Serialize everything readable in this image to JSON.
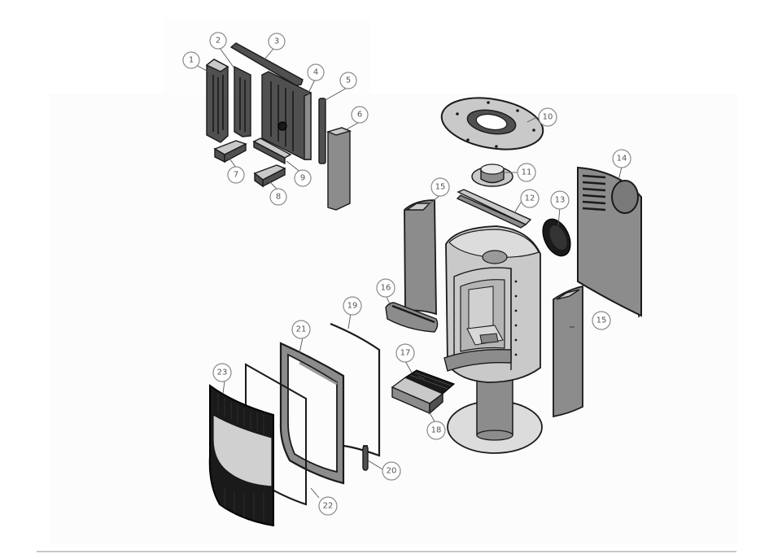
{
  "diagram": {
    "type": "exploded-parts-view",
    "subject": "freestanding wood stove",
    "callouts": [
      {
        "id": "1",
        "label": "1"
      },
      {
        "id": "2",
        "label": "2"
      },
      {
        "id": "3",
        "label": "3"
      },
      {
        "id": "4",
        "label": "4"
      },
      {
        "id": "5",
        "label": "5"
      },
      {
        "id": "6",
        "label": "6"
      },
      {
        "id": "7",
        "label": "7"
      },
      {
        "id": "8",
        "label": "8"
      },
      {
        "id": "9",
        "label": "9"
      },
      {
        "id": "10",
        "label": "10"
      },
      {
        "id": "11",
        "label": "11"
      },
      {
        "id": "12",
        "label": "12"
      },
      {
        "id": "13",
        "label": "13"
      },
      {
        "id": "14",
        "label": "14"
      },
      {
        "id": "15a",
        "label": "15"
      },
      {
        "id": "15b",
        "label": "15"
      },
      {
        "id": "16",
        "label": "16"
      },
      {
        "id": "17",
        "label": "17"
      },
      {
        "id": "18",
        "label": "18"
      },
      {
        "id": "19",
        "label": "19"
      },
      {
        "id": "20",
        "label": "20"
      },
      {
        "id": "21",
        "label": "21"
      },
      {
        "id": "22",
        "label": "22"
      },
      {
        "id": "23",
        "label": "23"
      }
    ]
  },
  "colors": {
    "background": "#ffffff",
    "panel": "#fcfcfc",
    "outline": "#1a1a1a",
    "dark_part": "#505050",
    "mid_part": "#8c8c8c",
    "light_part": "#c9c9c9",
    "callout_stroke": "#8a8a8a",
    "rule": "#c8c8c8"
  }
}
